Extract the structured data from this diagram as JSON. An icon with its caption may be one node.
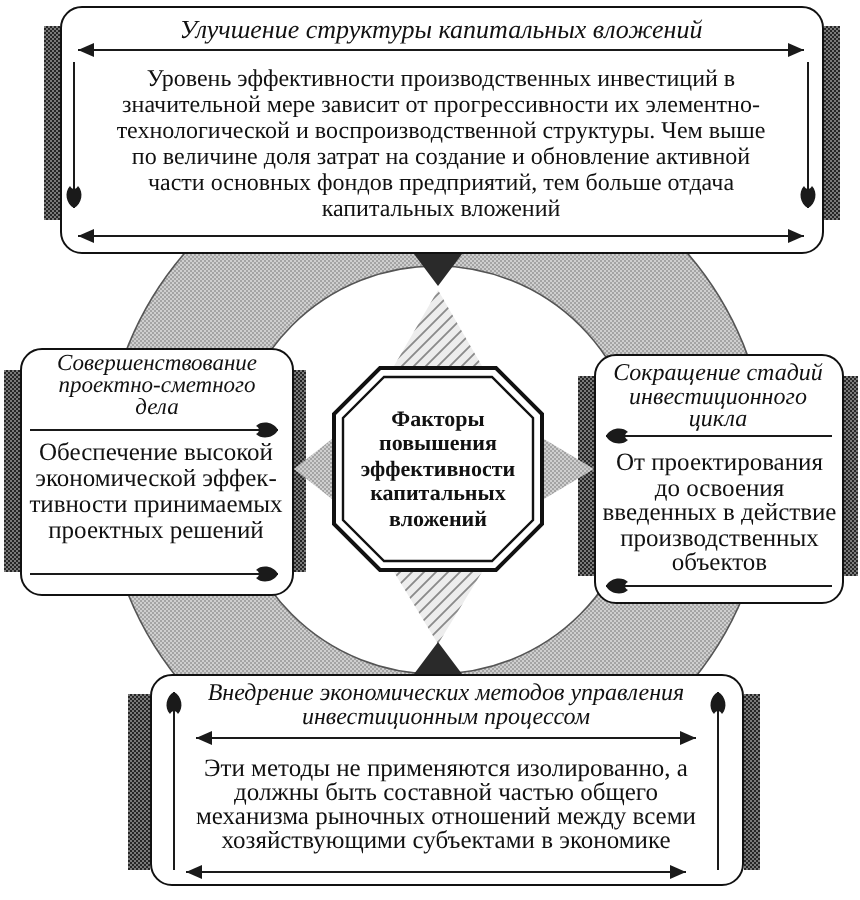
{
  "diagram": {
    "nodes": [
      {
        "text": [
          "Улучшение структуры капитальных вложений",
          "Уровень эффективности производственных инвестиций в значительной мере зависит от прогрессивности их элементно-технологической и воспроизводственной структуры. Чем выше по величине доля затрат на создание и обновление активной части основных фондов предприятий, тем больше отдача капитальных вложений"
        ]
      },
      {
        "text": [
          "Совершенствование проектно-сметного дела",
          "Обеспечение высокой экономической эффек-тивности принимаемых проектных решений"
        ]
      },
      {
        "text": [
          "Факторы повышения эффективности капитальных вложений"
        ]
      },
      {
        "text": [
          "Сокращение стадий инвестиционного цикла",
          "От проектирования до освоения введенных в действие производственных объектов"
        ]
      },
      {
        "text": [
          "Внедрение экономических методов управления инвестиционным процессом",
          "Эти методы не применяются изолированно, а должны быть составной частью общего механизма рыночных отношений между всеми хозяйствующими субъектами в экономике"
        ]
      }
    ],
    "edges": [
      {
        "from": 2,
        "to": 0,
        "arrow": "to"
      },
      {
        "from": 2,
        "to": 1,
        "arrow": "to"
      },
      {
        "from": 2,
        "to": 3,
        "arrow": "to"
      },
      {
        "from": 2,
        "to": 4,
        "arrow": "to"
      }
    ]
  }
}
